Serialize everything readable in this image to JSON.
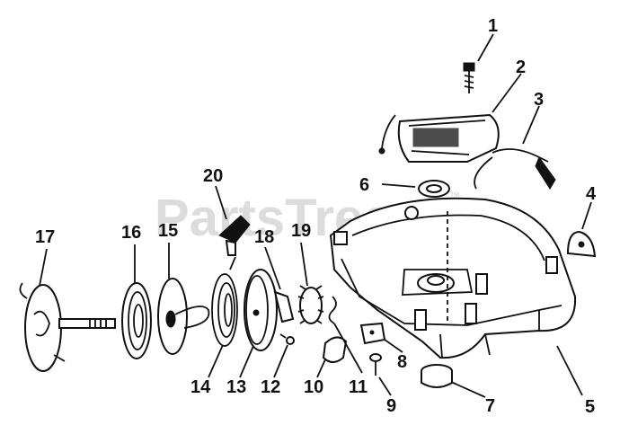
{
  "watermark": {
    "text": "PartsTree",
    "tm": "™"
  },
  "callouts": [
    "1",
    "2",
    "3",
    "4",
    "5",
    "6",
    "7",
    "8",
    "9",
    "10",
    "11",
    "12",
    "13",
    "14",
    "15",
    "16",
    "17",
    "18",
    "19",
    "20"
  ],
  "colors": {
    "ink": "#111111",
    "paper": "#ffffff",
    "watermark": "#dcdcdc"
  }
}
